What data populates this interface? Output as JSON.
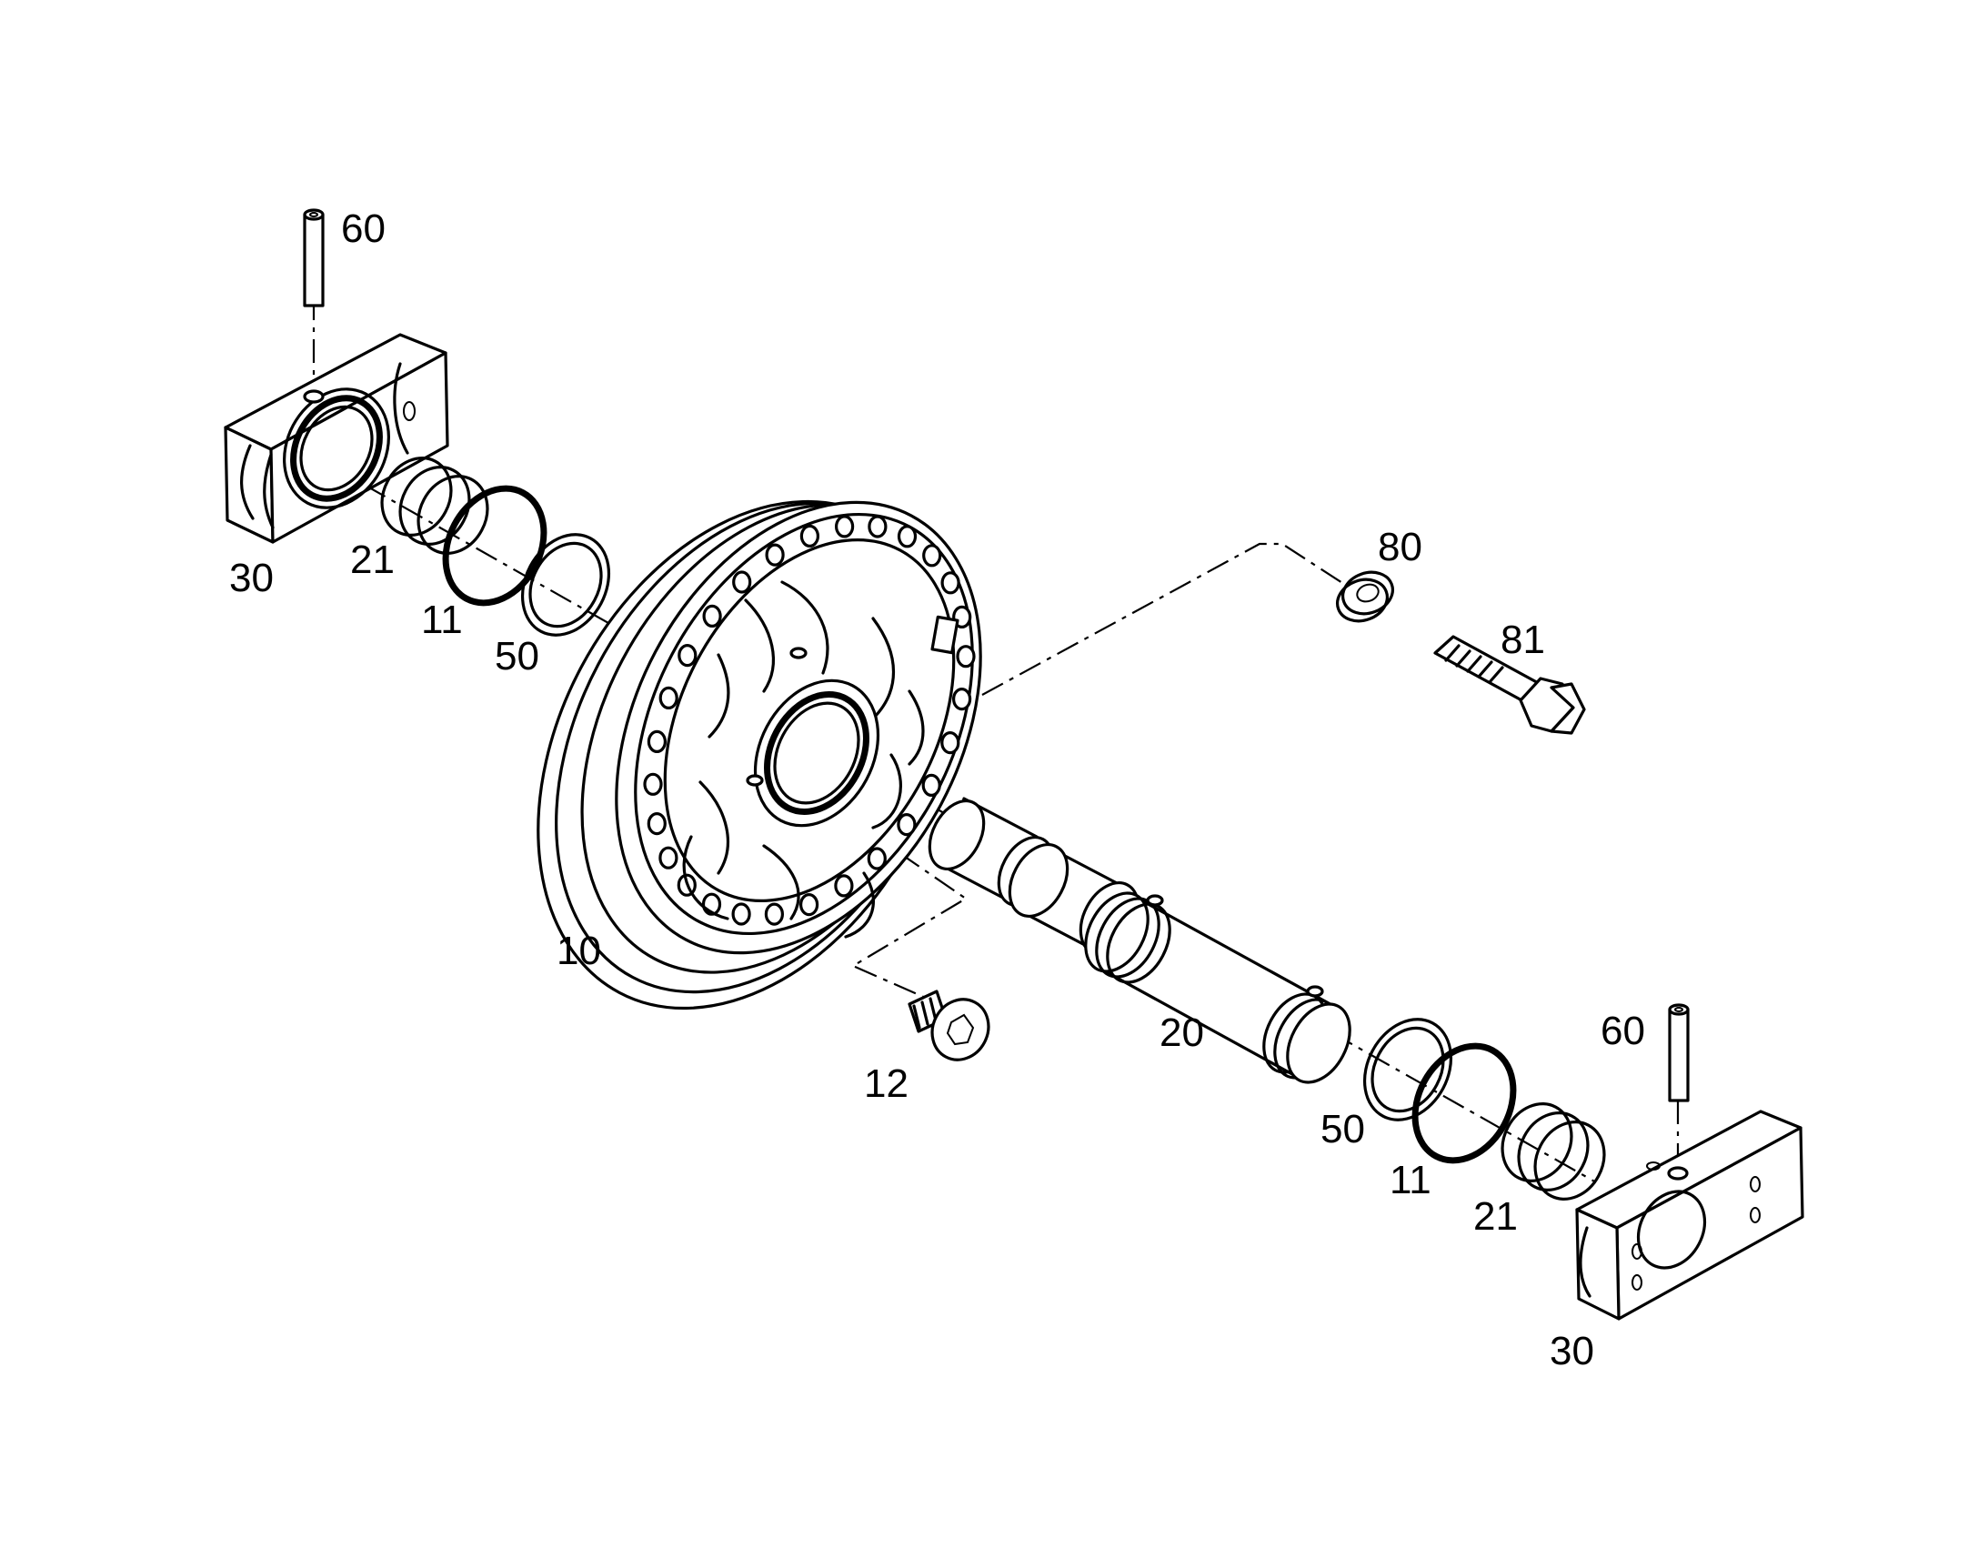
{
  "labels": {
    "p60_top": "60",
    "p30_left": "30",
    "p21_left": "21",
    "p11_left": "11",
    "p50_left": "50",
    "p10": "10",
    "p12": "12",
    "p80": "80",
    "p81": "81",
    "p20": "20",
    "p50_right": "50",
    "p11_right": "11",
    "p21_right": "21",
    "p60_right": "60",
    "p30_right": "30"
  }
}
